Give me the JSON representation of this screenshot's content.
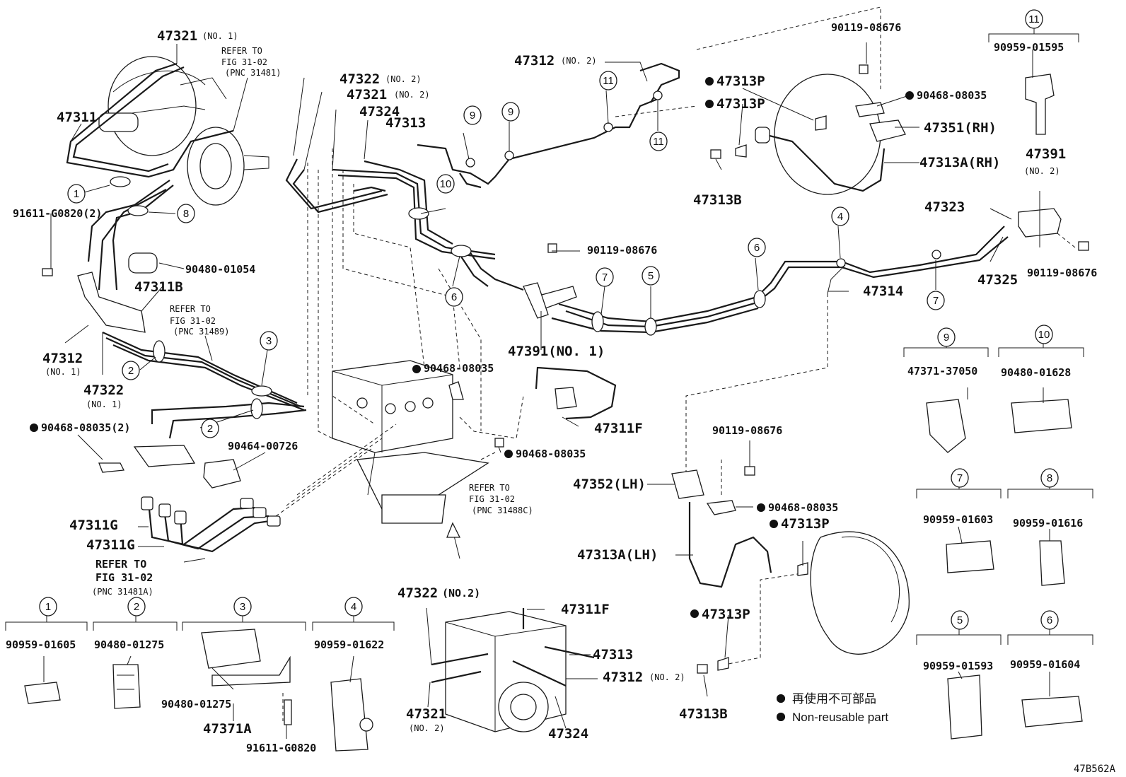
{
  "diagram_code": "47B562A",
  "legend": {
    "jp": "再使用不可部品",
    "en": "Non-reusable part"
  },
  "labels": {
    "p47321_no1": "47321",
    "p47321_no1_suffix": "(NO. 1)",
    "refer_a_1": "REFER TO",
    "refer_a_2": "FIG 31-02",
    "refer_a_3": "(PNC 31481)",
    "p47311": "47311",
    "p91611_g0820_2": "91611-G0820(2)",
    "p90480_01054": "90480-01054",
    "p47311b": "47311B",
    "refer_b_1": "REFER TO",
    "refer_b_2": "FIG 31-02",
    "refer_b_3": "(PNC 31489)",
    "p47312_no1": "47312",
    "p47312_no1_suffix": "(NO. 1)",
    "p47322_no1": "47322",
    "p47322_no1_suffix": "(NO. 1)",
    "p90468_08035_2": "90468-08035(2)",
    "p90464_00726": "90464-00726",
    "p47311g_a": "47311G",
    "p47311g_b": "47311G",
    "refer_c_1": "REFER TO",
    "refer_c_2": "FIG 31-02",
    "refer_c_3": "(PNC 31481A)",
    "p47322_no2": "47322",
    "p47322_no2_suffix": "(NO. 2)",
    "p47321_no2": "47321",
    "p47321_no2_suffix": "(NO. 2)",
    "p47324_top": "47324",
    "p47313_top": "47313",
    "p47312_no2": "47312",
    "p47312_no2_suffix": "(NO. 2)",
    "p90119_08676_top": "90119-08676",
    "p90959_01595": "90959-01595",
    "p47313p_a": "47313P",
    "p47313p_b": "47313P",
    "p90468_08035_r": "90468-08035",
    "p47351_rh": "47351(RH)",
    "p47313a_rh": "47313A(RH)",
    "p47313b_top": "47313B",
    "p47391_no2": "47391",
    "p47391_no2_suffix": "(NO. 2)",
    "p47323": "47323",
    "p47325": "47325",
    "p90119_08676_r": "90119-08676",
    "p90119_08676_mid": "90119-08676",
    "p47314": "47314",
    "p47391_no1": "47391(NO. 1)",
    "p90468_08035_mid": "90468-08035",
    "p47311f_mid": "47311F",
    "p90468_08035_low": "90468-08035",
    "refer_d_1": "REFER TO",
    "refer_d_2": "FIG 31-02",
    "refer_d_3": "(PNC 31488C)",
    "p90119_08676_lh": "90119-08676",
    "p47352_lh": "47352(LH)",
    "p90468_08035_lh": "90468-08035",
    "p47313p_lh": "47313P",
    "p47313a_lh": "47313A(LH)",
    "p47313p_lh2": "47313P",
    "p47313b_lh": "47313B",
    "p47322_no2_b": "47322",
    "p47322_no2_b_suffix": "(NO.2)",
    "p47311f_b": "47311F",
    "p47313_b": "47313",
    "p47312_no2_b": "47312",
    "p47312_no2_b_suffix": "(NO. 2)",
    "p47321_no2_b": "47321",
    "p47321_no2_b_suffix": "(NO. 2)",
    "p47324_b": "47324",
    "p47371_a": "47371A",
    "p90480_01275_b": "90480-01275",
    "p91611_g0820": "91611-G0820"
  },
  "clips": [
    {
      "num": "1",
      "part": "90959-01605"
    },
    {
      "num": "2",
      "part": "90480-01275"
    },
    {
      "num": "3",
      "part": ""
    },
    {
      "num": "4",
      "part": "90959-01622"
    },
    {
      "num": "5",
      "part": "90959-01593"
    },
    {
      "num": "6",
      "part": "90959-01604"
    },
    {
      "num": "7",
      "part": "90959-01603"
    },
    {
      "num": "8",
      "part": "90959-01616"
    },
    {
      "num": "9",
      "part": "47371-37050"
    },
    {
      "num": "10",
      "part": "90480-01628"
    },
    {
      "num": "11",
      "part": "90959-01595"
    }
  ],
  "callouts": [
    "1",
    "8",
    "2",
    "3",
    "2",
    "9",
    "9",
    "10",
    "6",
    "11",
    "11",
    "7",
    "5",
    "6",
    "4",
    "7"
  ]
}
